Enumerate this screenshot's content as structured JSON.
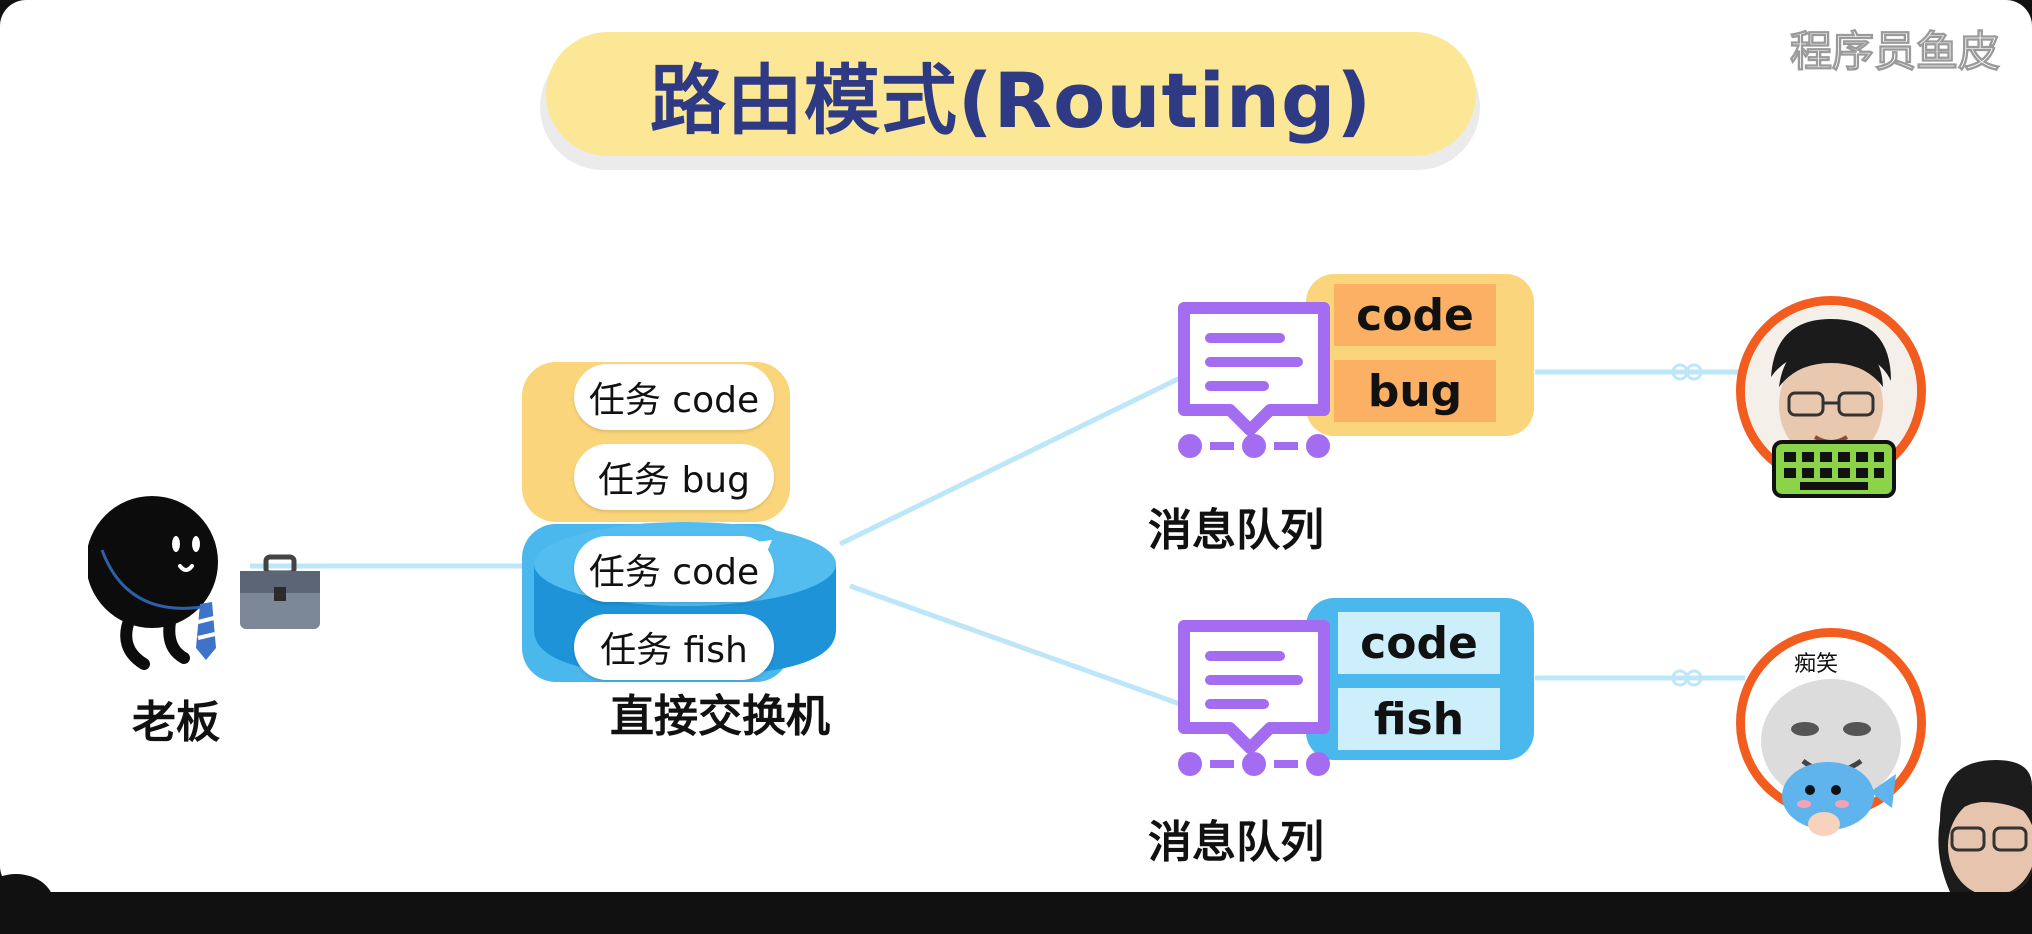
{
  "title": "路由模式(Routing)",
  "watermark": "程序员鱼皮",
  "boss": {
    "label": "老板"
  },
  "exchange": {
    "label": "直接交换机",
    "tasks_orange": [
      "任务 code",
      "任务 bug"
    ],
    "tasks_blue": [
      "任务 code",
      "任务 fish"
    ]
  },
  "queues": [
    {
      "label": "消息队列",
      "tags": [
        "code",
        "bug"
      ]
    },
    {
      "label": "消息队列",
      "tags": [
        "code",
        "fish"
      ]
    }
  ],
  "consumers": [
    {
      "icons": [
        "face-icon",
        "keyboard-icon"
      ]
    },
    {
      "badge": "痴笑",
      "icons": [
        "meme-face-icon",
        "fish-mascot-icon"
      ]
    }
  ],
  "colors": {
    "title_bg": "#fbe795",
    "title_text": "#2e3a83",
    "orange": "#fbd57b",
    "blue": "#4ab8ec",
    "queue_icon": "#a46cf0",
    "avatar_ring": "#f25c1f",
    "link_line": "#bde7f8"
  }
}
